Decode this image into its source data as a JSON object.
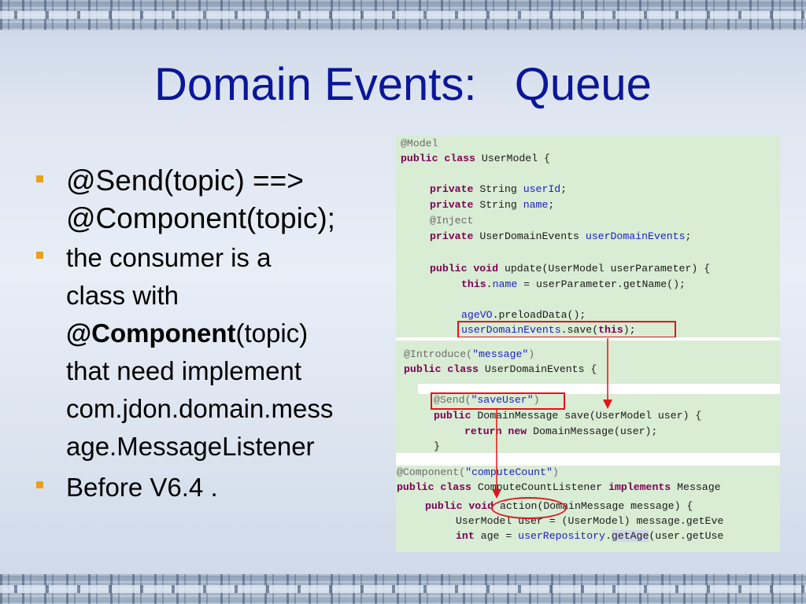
{
  "slide": {
    "title": "Domain Events:   Queue",
    "bullets": {
      "b1_line1": "@Send(topic) ==>",
      "b1_line2": "@Component(topic);",
      "b2_line1": "the consumer  is a",
      "b2_line2": "class with",
      "b2_bold": "@Component",
      "b2_after_bold": "(topic)",
      "b2_line4": "that need implement",
      "b2_line5": "com.jdon.domain.mess",
      "b2_line6": "age.MessageListener",
      "b3": "Before V6.4 ."
    }
  },
  "code1": {
    "l1": "@Model",
    "l2_kw": "public class",
    "l2_rest": " UserModel {",
    "l3_kw": "private",
    "l3_type": " String ",
    "l3_field": "userId",
    "l4_kw": "private",
    "l4_type": " String ",
    "l4_field": "name",
    "l5": "@Inject",
    "l6_kw": "private",
    "l6_type": " UserDomainEvents ",
    "l6_field": "userDomainEvents",
    "l7_kw": "public void",
    "l7_rest": " update(UserModel userParameter) {",
    "l8_kw": "this",
    "l8_field": "name",
    "l8_rest": " = userParameter.getName();",
    "l9_field": "ageVO",
    "l9_rest": ".preloadData();",
    "l10_field": "userDomainEvents",
    "l10_mid": ".save(",
    "l10_kw": "this",
    "l10_end": ");"
  },
  "code2": {
    "l1_ann": "@Introduce(",
    "l1_str": "\"message\"",
    "l1_end": ")",
    "l2_kw": "public class",
    "l2_rest": " UserDomainEvents {",
    "l3_ann": "@Send(",
    "l3_str": "\"saveUser\"",
    "l3_end": ")",
    "l4_kw": "public",
    "l4_rest": " DomainMessage save(UserModel user) {",
    "l5_kw1": "return",
    "l5_kw2": "new",
    "l5_rest": " DomainMessage(user);",
    "l6": "}"
  },
  "code3": {
    "l1_ann": "@Component(",
    "l1_str": "\"computeCount\"",
    "l1_end": ")",
    "l2_kw": "public class",
    "l2_mid": " ComputeCountListener ",
    "l2_kw2": "implements",
    "l2_rest": " Message",
    "l3_kw": "public void",
    "l3_method": "action",
    "l3_rest": "(DomainMessage message) {",
    "l4": "UserModel user = (UserModel) message.getEve",
    "l5_kw": "int",
    "l5_mid": " age = ",
    "l5_field": "userRepository",
    "l5_dot": ".",
    "l5_hl": "getAge",
    "l5_rest": "(user.getUse"
  },
  "colors": {
    "title": "#0b1699",
    "bullet_marker": "#e8a11e",
    "highlight_red": "#e0141c",
    "code_bg": "#d9ecd4"
  }
}
